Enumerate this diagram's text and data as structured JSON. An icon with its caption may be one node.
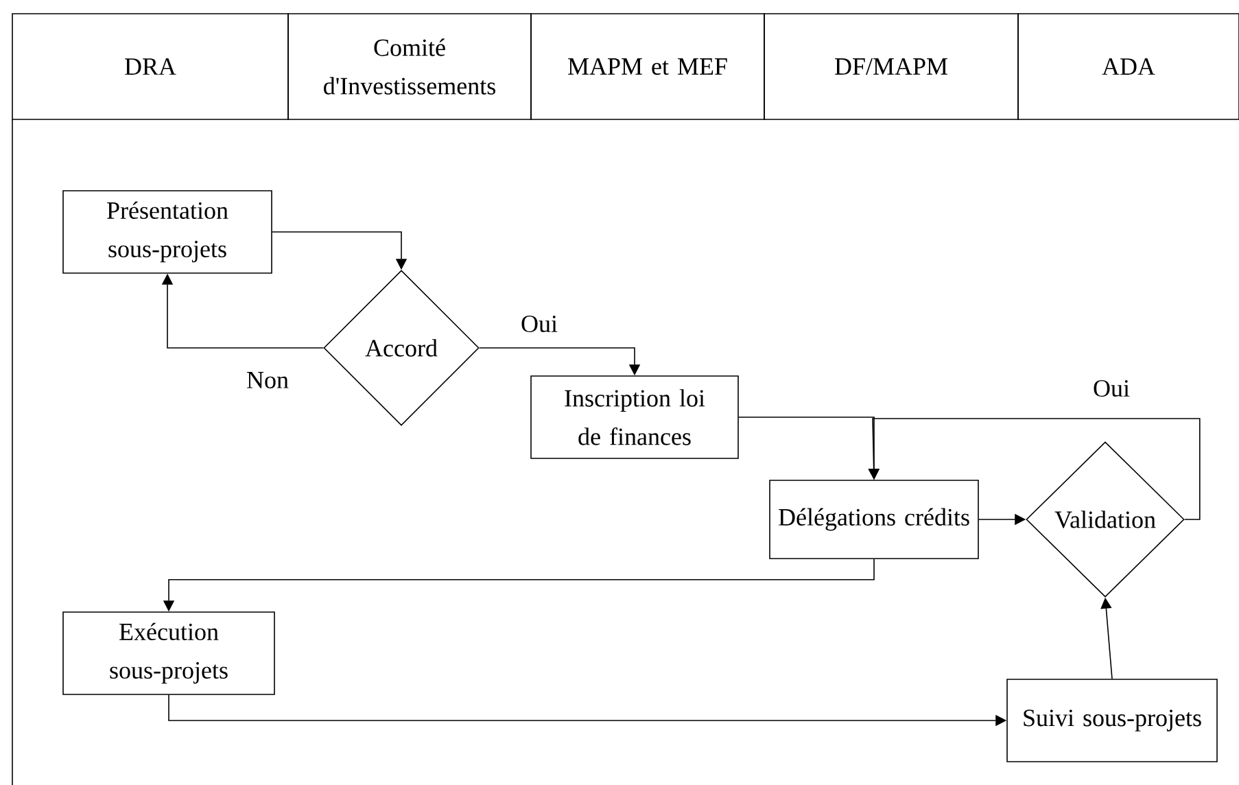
{
  "diagram": {
    "nodes": [
      {
        "text": [
          "DRA"
        ]
      },
      {
        "text": [
          "Comité d'Investissements"
        ]
      },
      {
        "text": [
          "MAPM et MEF"
        ]
      },
      {
        "text": [
          "DF/MAPM"
        ]
      },
      {
        "text": [
          "ADA"
        ]
      },
      {
        "text": [
          "Présentation sous-projets"
        ]
      },
      {
        "text": [
          "Accord"
        ]
      },
      {
        "text": [
          "Inscription loi de finances"
        ]
      },
      {
        "text": [
          "Délégations crédits"
        ]
      },
      {
        "text": [
          "Validation"
        ]
      },
      {
        "text": [
          "Exécution sous-projets"
        ]
      },
      {
        "text": [
          "Suivi sous-projets"
        ]
      }
    ],
    "edges": [
      {
        "from": 5,
        "to": 6,
        "arrow": "to"
      },
      {
        "from": 6,
        "to": 5,
        "arrow": "to",
        "label": "Non"
      },
      {
        "from": 6,
        "to": 7,
        "arrow": "to",
        "label": "Oui"
      },
      {
        "from": 7,
        "to": 8,
        "arrow": "to"
      },
      {
        "from": 8,
        "to": 9,
        "arrow": "to"
      },
      {
        "from": 9,
        "to": 8,
        "arrow": "to",
        "label": "Oui"
      },
      {
        "from": 8,
        "to": 10,
        "arrow": "to"
      },
      {
        "from": 10,
        "to": 11,
        "arrow": "to"
      },
      {
        "from": 11,
        "to": 9,
        "arrow": "to"
      }
    ]
  }
}
